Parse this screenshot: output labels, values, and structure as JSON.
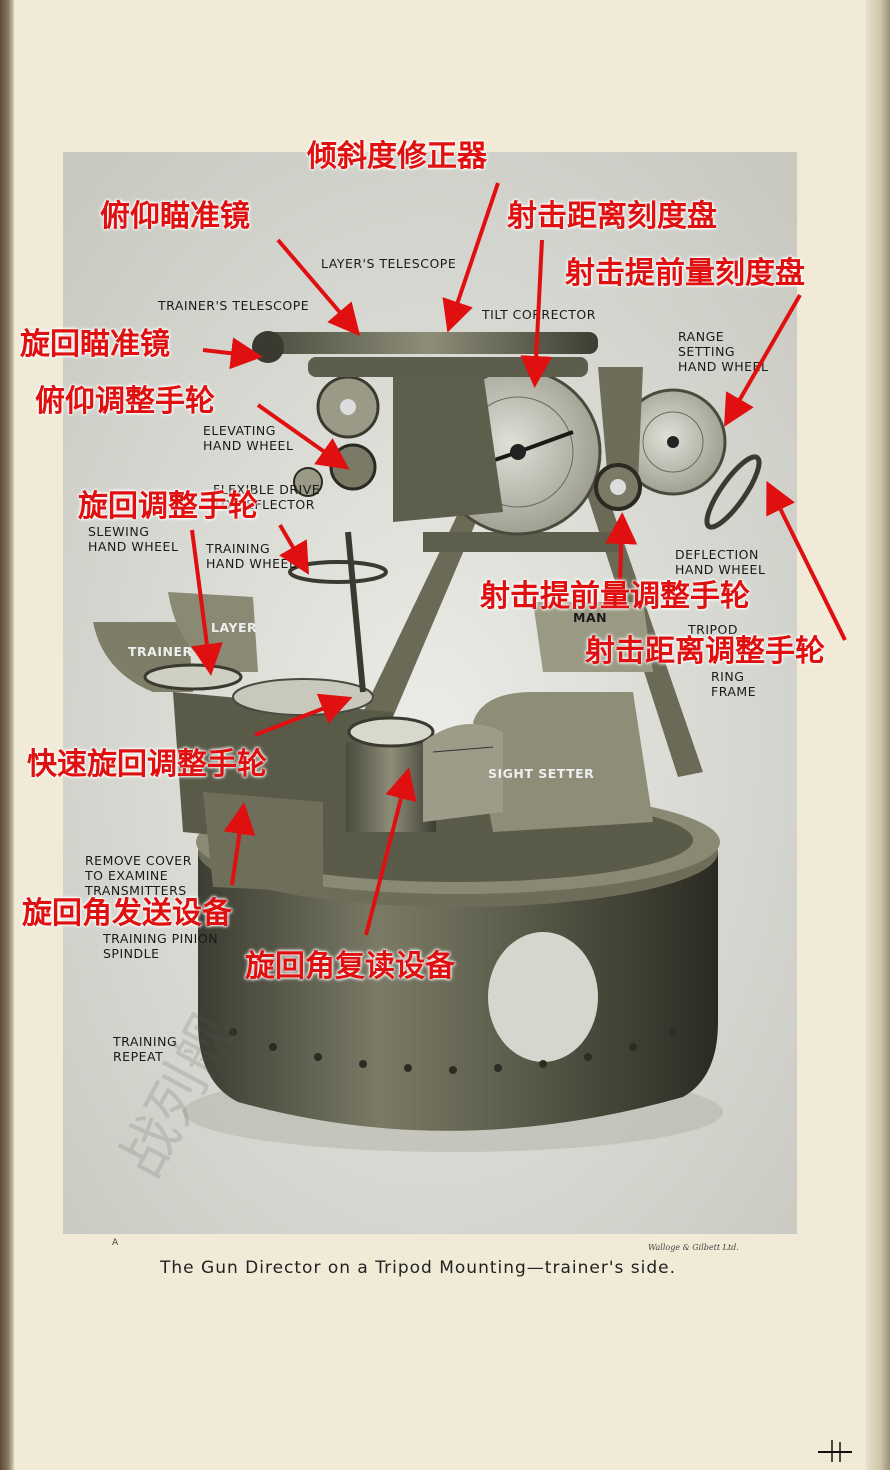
{
  "printed_labels": {
    "layers_telescope": "LAYER'S TELESCOPE",
    "trainers_telescope": "TRAINER'S TELESCOPE",
    "tilt_corrector": "TILT CORRECTOR",
    "range_setting_hand_wheel": "RANGE\nSETTING\nHAND WHEEL",
    "elevating_hand_wheel": "ELEVATING\nHAND WHEEL",
    "flexible_drive_to_deflector": "FLEXIBLE DRIVE\nTO DEFLECTOR",
    "slewing_hand_wheel": "SLEWING\nHAND WHEEL",
    "training_hand_wheels": "TRAINING\nHAND WHEELS",
    "deflection_hand_wheel": "DEFLECTION\nHAND WHEEL",
    "tripod": "TRIPOD",
    "ring_frame": "RING\nFRAME",
    "trainer_seat": "TRAINER",
    "layer_seat": "LAYER",
    "man_seat": "MAN",
    "sight_setter": "SIGHT SETTER",
    "remove_cover": "REMOVE COVER\nTO EXAMINE\nTRANSMITTERS",
    "training_pinion_spindle": "TRAINING PINION\nSPINDLE",
    "training_repeat": "TRAINING\nREPEAT"
  },
  "annotations": {
    "tilt_corrector_cn": "倾斜度修正器",
    "layer_telescope_cn": "俯仰瞄准镜",
    "range_dial_cn": "射击距离刻度盘",
    "deflection_dial_cn": "射击提前量刻度盘",
    "trainer_telescope_cn": "旋回瞄准镜",
    "elevating_wheel_cn": "俯仰调整手轮",
    "training_wheel_cn": "旋回调整手轮",
    "deflection_wheel_cn": "射击提前量调整手轮",
    "range_wheel_cn": "射击距离调整手轮",
    "slewing_wheel_cn": "快速旋回调整手轮",
    "transmitter_cn": "旋回角发送设备",
    "receiver_cn": "旋回角复读设备"
  },
  "caption": "The Gun Director on a Tripod Mounting—trainer's side.",
  "printer": "Walloge & Gilbett Ltd.",
  "plate_letter": "A",
  "watermark": "战列舰",
  "colors": {
    "annotation": "#e01010",
    "paper": "#f0ead6",
    "plate": "#dcdcd6"
  }
}
